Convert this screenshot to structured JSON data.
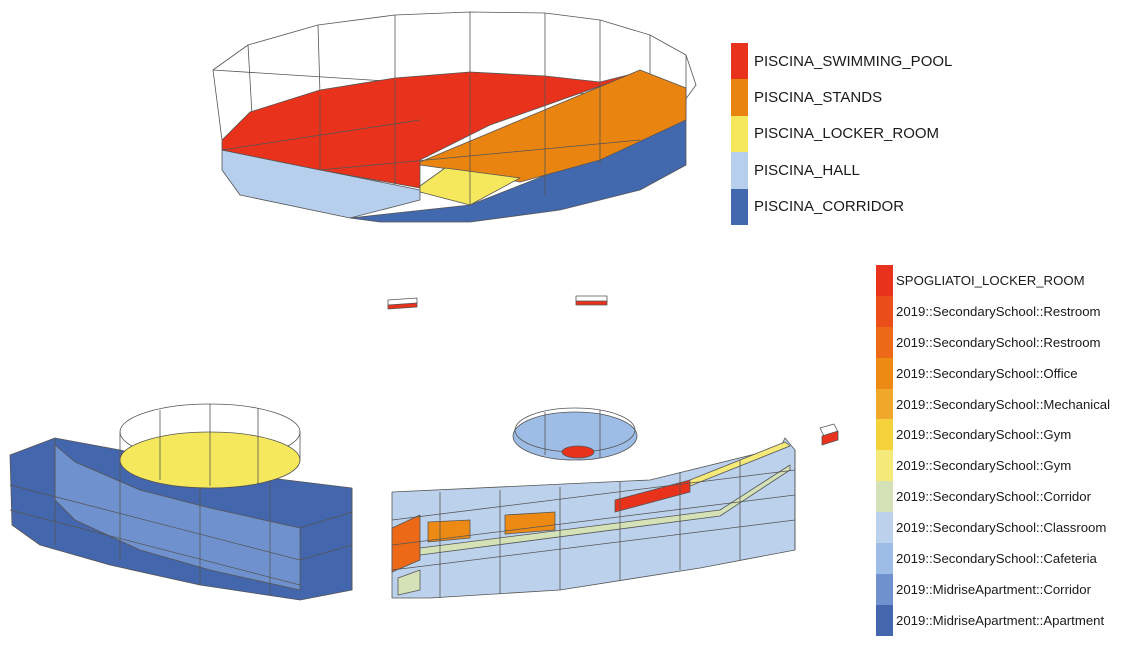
{
  "legend_top": {
    "items": [
      {
        "label": "PISCINA_SWIMMING_POOL",
        "color": "#e8321c"
      },
      {
        "label": "PISCINA_STANDS",
        "color": "#ea8410"
      },
      {
        "label": "PISCINA_LOCKER_ROOM",
        "color": "#f5e85d"
      },
      {
        "label": "PISCINA_HALL",
        "color": "#b6cfec"
      },
      {
        "label": "PISCINA_CORRIDOR",
        "color": "#4268ad"
      }
    ]
  },
  "legend_bottom": {
    "items": [
      {
        "label": "SPOGLIATOI_LOCKER_ROOM",
        "color": "#e8321c"
      },
      {
        "label": "2019::SecondarySchool::Restroom",
        "color": "#eb4e1a"
      },
      {
        "label": "2019::SecondarySchool::Restroom",
        "color": "#ec6917"
      },
      {
        "label": "2019::SecondarySchool::Office",
        "color": "#ed8a14"
      },
      {
        "label": "2019::SecondarySchool::Mechanical",
        "color": "#f0a82a"
      },
      {
        "label": "2019::SecondarySchool::Gym",
        "color": "#f5d23c"
      },
      {
        "label": "2019::SecondarySchool::Gym",
        "color": "#f5e97a"
      },
      {
        "label": "2019::SecondarySchool::Corridor",
        "color": "#d5e2b8"
      },
      {
        "label": "2019::SecondarySchool::Classroom",
        "color": "#bcd2ec"
      },
      {
        "label": "2019::SecondarySchool::Cafeteria",
        "color": "#9ebde6"
      },
      {
        "label": "2019::MidriseApartment::Corridor",
        "color": "#6f92cf"
      },
      {
        "label": "2019::MidriseApartment::Apartment",
        "color": "#4466ad"
      }
    ]
  }
}
